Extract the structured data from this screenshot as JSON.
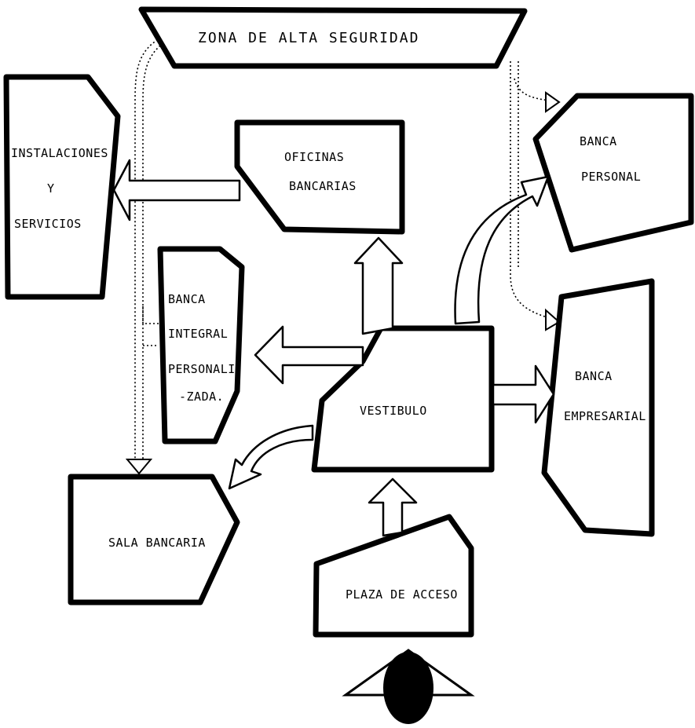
{
  "zones": {
    "alta_seguridad": "ZONA DE ALTA SEGURIDAD",
    "instalaciones_l1": "INSTALACIONES",
    "instalaciones_l2": "Y",
    "instalaciones_l3": "SERVICIOS",
    "oficinas_l1": "OFICINAS",
    "oficinas_l2": "BANCARIAS",
    "banca_personal_l1": "BANCA",
    "banca_personal_l2": "PERSONAL",
    "banca_integral_l1": "BANCA",
    "banca_integral_l2": "INTEGRAL",
    "banca_integral_l3": "PERSONALI-",
    "banca_integral_l4": "-ZADA.",
    "vestibulo": "VESTIBULO",
    "banca_empresarial_l1": "BANCA",
    "banca_empresarial_l2": "EMPRESARIAL",
    "sala_bancaria": "SALA BANCARIA",
    "plaza_acceso": "PLAZA DE ACCESO"
  }
}
